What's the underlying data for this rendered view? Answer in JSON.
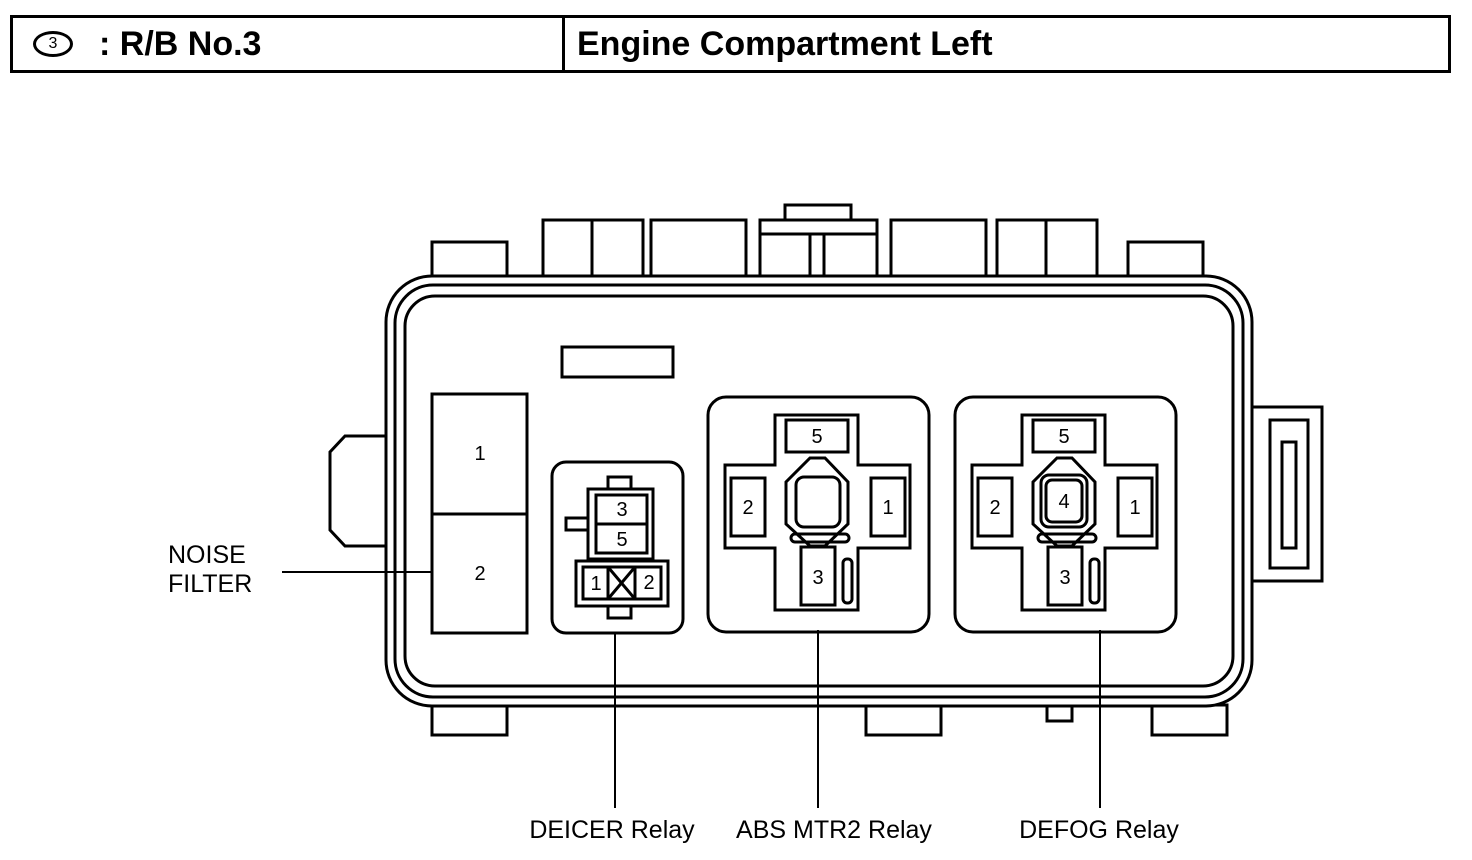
{
  "header": {
    "badge_number": "3",
    "block_name": ": R/B No.3",
    "location": "Engine Compartment Left"
  },
  "noise_filter": {
    "label_line1": "NOISE",
    "label_line2": "FILTER",
    "terminal_top": "1",
    "terminal_bottom": "2"
  },
  "deicer_relay": {
    "label": "DEICER Relay",
    "terminal_a": "3",
    "terminal_b": "5",
    "terminal_c": "1",
    "terminal_d": "2"
  },
  "abs_mtr2_relay": {
    "label": "ABS MTR2 Relay",
    "terminal_top": "5",
    "terminal_left": "2",
    "terminal_right": "1",
    "terminal_bottom": "3"
  },
  "defog_relay": {
    "label": "DEFOG Relay",
    "terminal_top": "5",
    "terminal_left": "2",
    "terminal_right": "1",
    "terminal_center": "4",
    "terminal_bottom": "3"
  }
}
